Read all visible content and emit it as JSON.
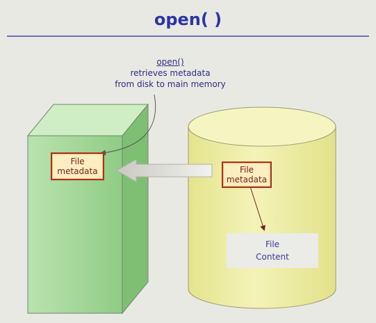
{
  "title": "open( )",
  "annotation": {
    "function_name": "open()",
    "line1": "retrieves metadata",
    "line2": "from disk to main memory"
  },
  "memory_block": {
    "label_line1": "File",
    "label_line2": "metadata",
    "color": "#a8d8a0"
  },
  "disk": {
    "metadata_line1": "File",
    "metadata_line2": "metadata",
    "content_line1": "File",
    "content_line2": "Content",
    "color": "#eeee9e"
  },
  "colors": {
    "title": "#2b35a8",
    "box_border": "#a8302a",
    "box_fill": "#fbeec0"
  }
}
